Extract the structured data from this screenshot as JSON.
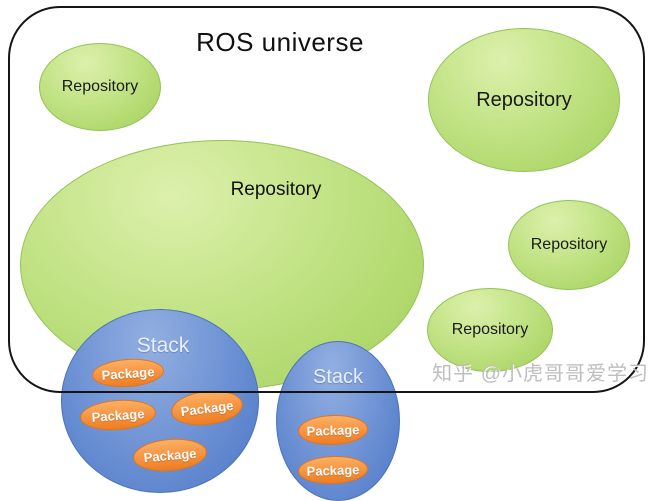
{
  "title": "ROS universe",
  "watermark": "知乎 @小虎哥哥爱学习",
  "colors": {
    "repository_green": "#a2d05a",
    "stack_blue": "#4d78c6",
    "package_orange": "#f79646",
    "boundary_black": "#151515"
  },
  "diagram": {
    "repositories": [
      {
        "position": "top-left",
        "label": "Repository"
      },
      {
        "position": "top-right",
        "label": "Repository"
      },
      {
        "position": "main",
        "label": "Repository"
      },
      {
        "position": "mid-right",
        "label": "Repository"
      },
      {
        "position": "bottom-right",
        "label": "Repository"
      }
    ],
    "stacks": [
      {
        "label": "Stack",
        "packages": [
          "Package",
          "Package",
          "Package",
          "Package"
        ]
      },
      {
        "label": "Stack",
        "packages": [
          "Package",
          "Package"
        ]
      }
    ]
  }
}
